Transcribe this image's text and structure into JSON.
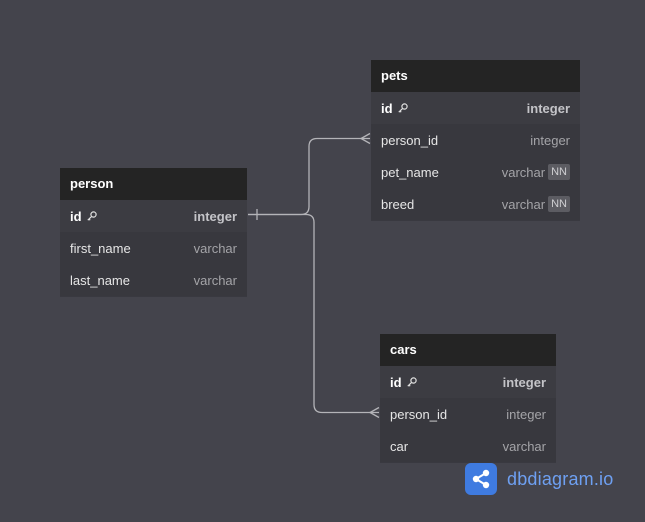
{
  "tables": {
    "person": {
      "name": "person",
      "fields": [
        {
          "name": "id",
          "type": "integer",
          "pk": true,
          "nn": false
        },
        {
          "name": "first_name",
          "type": "varchar",
          "pk": false,
          "nn": false
        },
        {
          "name": "last_name",
          "type": "varchar",
          "pk": false,
          "nn": false
        }
      ]
    },
    "pets": {
      "name": "pets",
      "fields": [
        {
          "name": "id",
          "type": "integer",
          "pk": true,
          "nn": false
        },
        {
          "name": "person_id",
          "type": "integer",
          "pk": false,
          "nn": false
        },
        {
          "name": "pet_name",
          "type": "varchar",
          "pk": false,
          "nn": true
        },
        {
          "name": "breed",
          "type": "varchar",
          "pk": false,
          "nn": true
        }
      ]
    },
    "cars": {
      "name": "cars",
      "fields": [
        {
          "name": "id",
          "type": "integer",
          "pk": true,
          "nn": false
        },
        {
          "name": "person_id",
          "type": "integer",
          "pk": false,
          "nn": false
        },
        {
          "name": "car",
          "type": "varchar",
          "pk": false,
          "nn": false
        }
      ]
    }
  },
  "badge": {
    "nn_label": "NN"
  },
  "brand": {
    "name": "dbdiagram",
    "suffix": ".io"
  },
  "colors": {
    "background": "#44444c",
    "header": "#242424",
    "relation_line": "#b4b4b8",
    "brand_accent": "#3f7be0",
    "brand_text": "#6ea0f2"
  },
  "icons": {
    "primary_key": "key-icon",
    "brand_logo": "share-icon"
  }
}
